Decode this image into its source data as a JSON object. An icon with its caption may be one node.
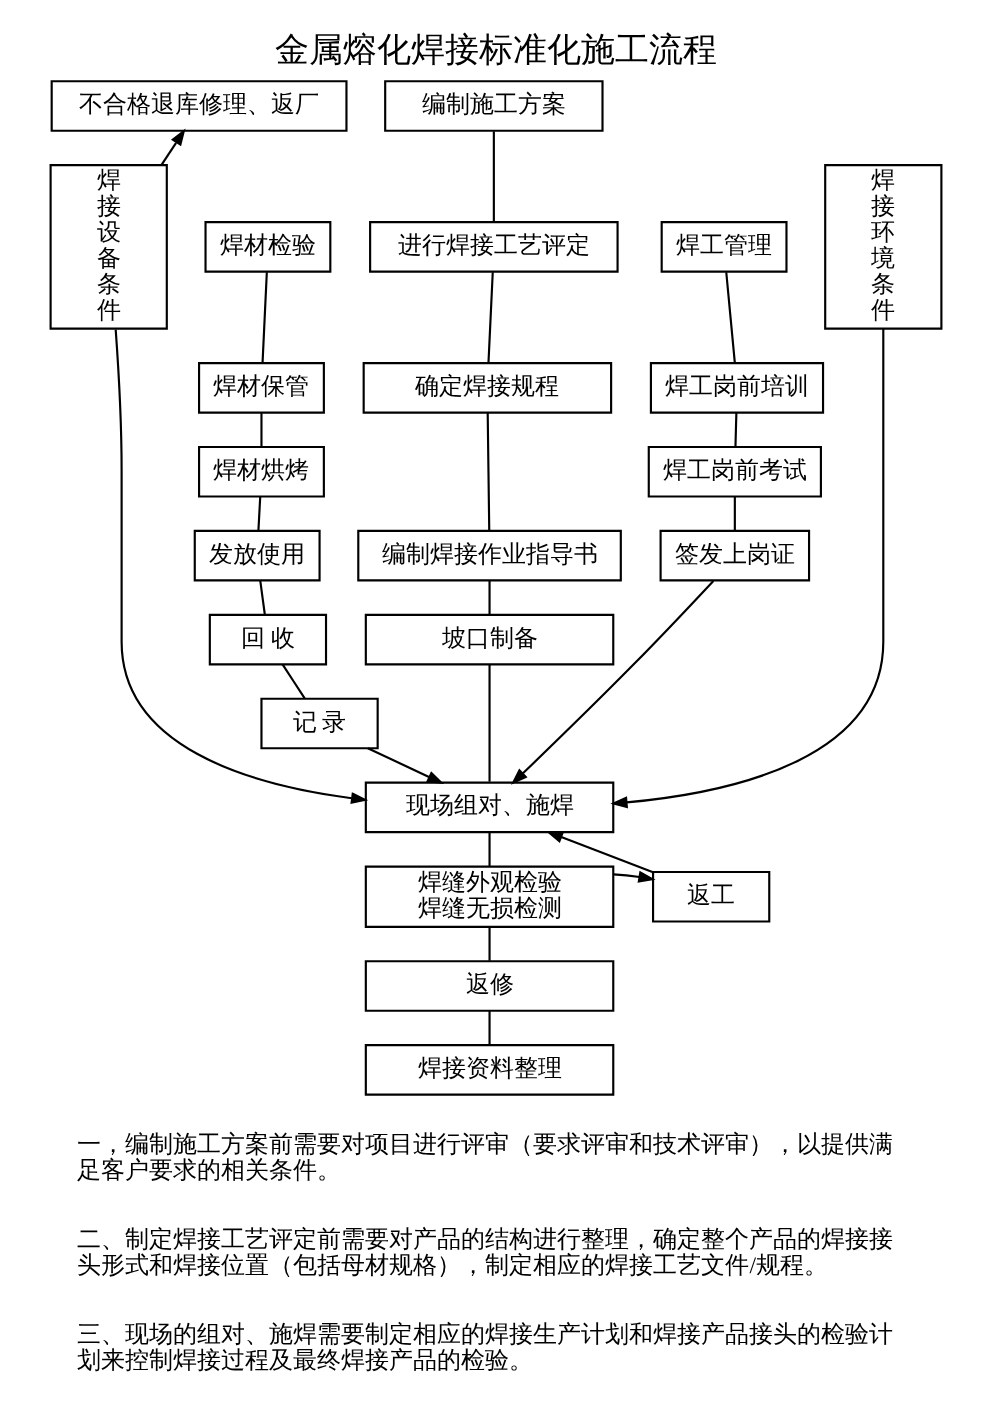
{
  "diagram": {
    "title": "金属熔化焊接标准化施工流程",
    "nodes": [
      {
        "text": [
          "不合格退库修理、返厂"
        ]
      },
      {
        "text": [
          "编制施工方案"
        ]
      },
      {
        "text": [
          "焊接设备条件"
        ]
      },
      {
        "text": [
          "焊材检验"
        ]
      },
      {
        "text": [
          "进行焊接工艺评定"
        ]
      },
      {
        "text": [
          "焊工管理"
        ]
      },
      {
        "text": [
          "焊接环境条件"
        ]
      },
      {
        "text": [
          "焊材保管"
        ]
      },
      {
        "text": [
          "确定焊接规程"
        ]
      },
      {
        "text": [
          "焊工岗前培训"
        ]
      },
      {
        "text": [
          "焊材烘烤"
        ]
      },
      {
        "text": [
          "焊工岗前考试"
        ]
      },
      {
        "text": [
          "编制焊接作业指导书"
        ]
      },
      {
        "text": [
          "发放使用"
        ]
      },
      {
        "text": [
          "签发上岗证"
        ]
      },
      {
        "text": [
          "回 收"
        ]
      },
      {
        "text": [
          "坡口制备"
        ]
      },
      {
        "text": [
          "记 录"
        ]
      },
      {
        "text": [
          "现场组对、施焊"
        ]
      },
      {
        "text": [
          "焊缝外观检验",
          "焊缝无损检测"
        ]
      },
      {
        "text": [
          "返工"
        ]
      },
      {
        "text": [
          "返修"
        ]
      },
      {
        "text": [
          "焊接资料整理"
        ]
      }
    ],
    "edges": [
      {
        "from": 2,
        "to": 0,
        "arrow": "to"
      },
      {
        "from": 1,
        "to": 4,
        "arrow": "none"
      },
      {
        "from": 3,
        "to": 7,
        "arrow": "none"
      },
      {
        "from": 4,
        "to": 8,
        "arrow": "none"
      },
      {
        "from": 5,
        "to": 9,
        "arrow": "none"
      },
      {
        "from": 7,
        "to": 10,
        "arrow": "none"
      },
      {
        "from": 9,
        "to": 11,
        "arrow": "none"
      },
      {
        "from": 8,
        "to": 12,
        "arrow": "none"
      },
      {
        "from": 10,
        "to": 13,
        "arrow": "none"
      },
      {
        "from": 11,
        "to": 14,
        "arrow": "none"
      },
      {
        "from": 13,
        "to": 15,
        "arrow": "none"
      },
      {
        "from": 12,
        "to": 16,
        "arrow": "none"
      },
      {
        "from": 15,
        "to": 17,
        "arrow": "none"
      },
      {
        "from": 2,
        "to": 18,
        "arrow": "to"
      },
      {
        "from": 17,
        "to": 18,
        "arrow": "to"
      },
      {
        "from": 16,
        "to": 18,
        "arrow": "none"
      },
      {
        "from": 14,
        "to": 18,
        "arrow": "to"
      },
      {
        "from": 6,
        "to": 18,
        "arrow": "to"
      },
      {
        "from": 20,
        "to": 18,
        "arrow": "to"
      },
      {
        "from": 18,
        "to": 19,
        "arrow": "none"
      },
      {
        "from": 19,
        "to": 20,
        "arrow": "to"
      },
      {
        "from": 19,
        "to": 21,
        "arrow": "none"
      },
      {
        "from": 21,
        "to": 22,
        "arrow": "none"
      }
    ],
    "labels": [
      "一，编制施工方案前需要对项目进行评审（要求评审和技术评审），以提供满足客户要求的相关条件。",
      "二、制定焊接工艺评定前需要对产品的结构进行整理，确定整个产品的焊接接头形式和焊接位置（包括母材规格），制定相应的焊接工艺文件/规程。",
      "三、现场的组对、施焊需要制定相应的焊接生产计划和焊接产品接头的检验计划来控制焊接过程及最终焊接产品的检验。"
    ]
  }
}
